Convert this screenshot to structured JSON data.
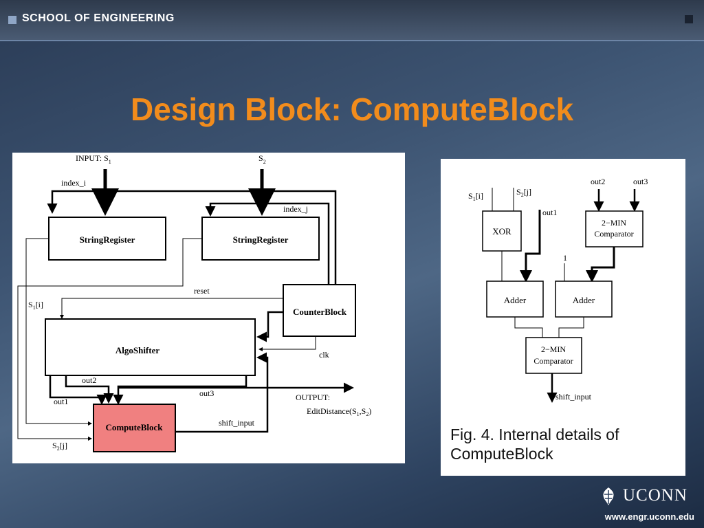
{
  "header": {
    "title": "SCHOOL OF ENGINEERING"
  },
  "slide": {
    "title": "Design Block: ComputeBlock"
  },
  "left_diagram": {
    "input_s1": "INPUT: S",
    "input_s1_sub": "1",
    "input_s2": "S",
    "input_s2_sub": "2",
    "index_i": "index_i",
    "index_j": "index_j",
    "string_register_1": "StringRegister",
    "string_register_2": "StringRegister",
    "reset": "reset",
    "si": "S",
    "si_sub": "1",
    "si_idx": "[i]",
    "counter_block": "CounterBlock",
    "algo_shifter": "AlgoShifter",
    "clk": "clk",
    "out2": "out2",
    "out3": "out3",
    "out1": "out1",
    "output_label": "OUTPUT:",
    "edit_distance": "EditDistance(S",
    "edit_distance_s1_sub": "1",
    "edit_distance_mid": ",S",
    "edit_distance_s2_sub": "2",
    "edit_distance_end": ")",
    "compute_block": "ComputeBlock",
    "shift_input": "shift_input",
    "s2j": "S",
    "s2j_sub": "2",
    "s2j_idx": "[j]"
  },
  "right_diagram": {
    "s1i": "S",
    "s1i_sub": "1",
    "s1i_idx": "[i]",
    "s2j": "S",
    "s2j_sub": "2",
    "s2j_idx": "[j]",
    "out2": "out2",
    "out3": "out3",
    "out1": "out1",
    "xor": "XOR",
    "min_comp_top_1": "2−MIN",
    "min_comp_top_2": "Comparator",
    "one": "1",
    "adder_left": "Adder",
    "adder_right": "Adder",
    "min_comp_bottom_1": "2−MIN",
    "min_comp_bottom_2": "Comparator",
    "shift_input": "shift_input",
    "caption": "Fig. 4.   Internal details of ComputeBlock"
  },
  "footer": {
    "logo_text": "UCONN",
    "url": "www.engr.uconn.edu"
  },
  "colors": {
    "title": "#f28c1c",
    "compute_block_fill": "#f08080"
  }
}
